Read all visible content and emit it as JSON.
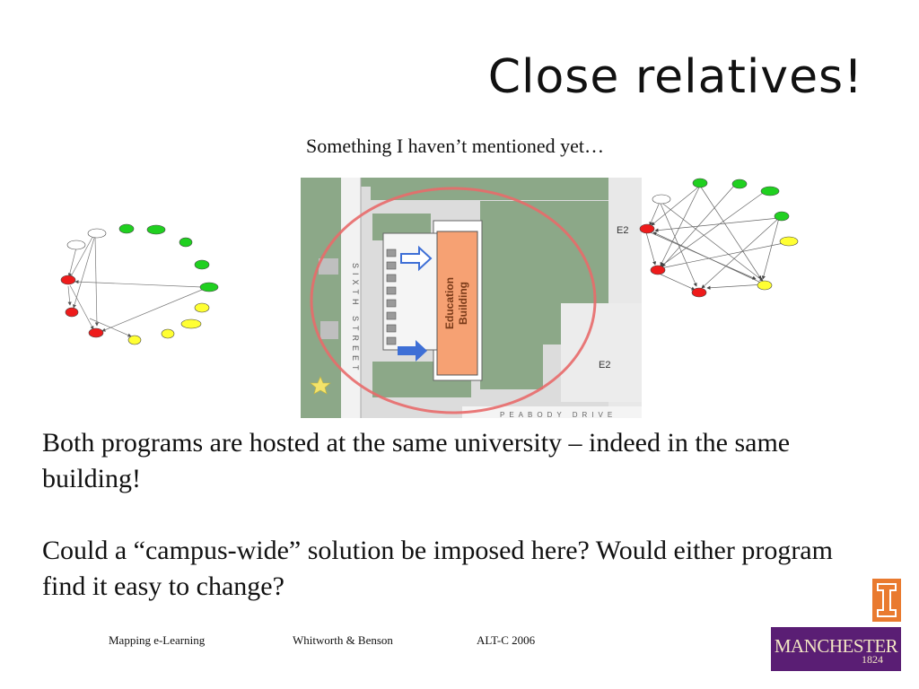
{
  "slide": {
    "title": "Close relatives!",
    "subtitle": "Something I haven’t mentioned yet…",
    "paragraphs": [
      "Both programs are hosted at the same university – indeed in the same building!",
      "Could a “campus-wide” solution be imposed here? Would either program find it easy to change?"
    ],
    "footer": {
      "left": "Mapping  e-Learning",
      "center": "Whitworth & Benson",
      "right": "ALT-C 2006"
    }
  },
  "map": {
    "street_label": "SIXTH STREET",
    "building_label_line1": "Education",
    "building_label_line2": "Building",
    "block_label_top": "E2",
    "block_label_bottom": "E2",
    "bottom_street_label": "PEABODY DRIVE"
  },
  "logos": {
    "manchester_word": "MANCHESTER",
    "manchester_year": "1824"
  },
  "colors": {
    "node_red": "#ee1b1b",
    "node_green": "#20d020",
    "node_yellow": "#ffff33",
    "map_green": "#8ca888",
    "building": "#f6a173",
    "circle": "#e86a6a",
    "arrow": "#3e6fd6",
    "manchester_purple": "#5a1e74",
    "illinois_orange": "#e97a2f"
  }
}
